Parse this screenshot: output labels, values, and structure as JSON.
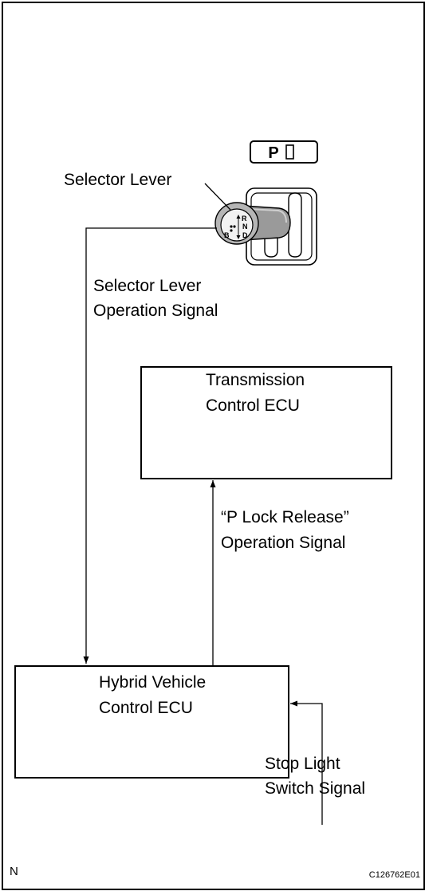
{
  "selector": {
    "label": "Selector Lever",
    "indicator": "P",
    "gear_letters": [
      "R",
      "N",
      "D",
      "B"
    ]
  },
  "signals": {
    "operation_line1": "Selector Lever",
    "operation_line2": "Operation Signal",
    "release_line1": "“P Lock Release”",
    "release_line2": "Operation Signal",
    "stop_line1": "Stop Light",
    "stop_line2": "Switch Signal"
  },
  "tcu": {
    "line1": "Transmission",
    "line2": "Control ECU"
  },
  "hv": {
    "line1": "Hybrid Vehicle",
    "line2": "Control ECU"
  },
  "footer": {
    "left_mark": "N",
    "code": "C126762E01"
  }
}
